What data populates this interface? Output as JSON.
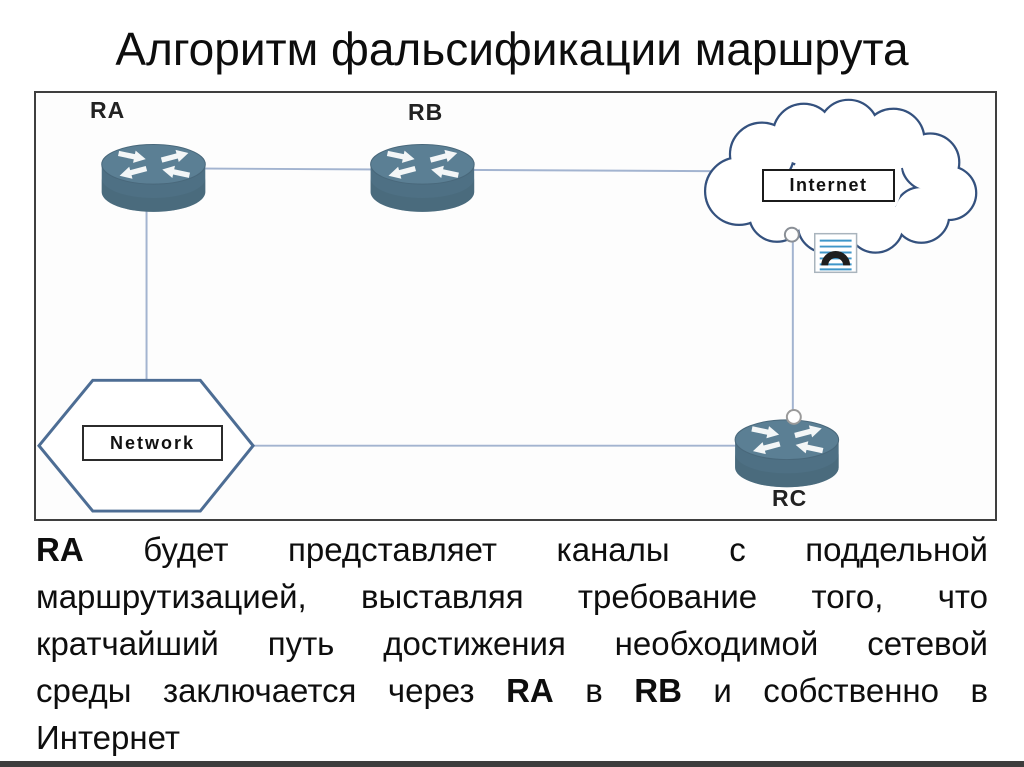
{
  "title": "Алгоритм фальсификации маршрута",
  "diagram": {
    "nodes": {
      "ra": {
        "label": "RA",
        "type": "router"
      },
      "rb": {
        "label": "RB",
        "type": "router"
      },
      "rc": {
        "label": "RC",
        "type": "router"
      },
      "internet": {
        "label": "Internet",
        "type": "cloud"
      },
      "network": {
        "label": "Network",
        "type": "hexagon"
      }
    },
    "edges": [
      {
        "from": "RA",
        "to": "RB"
      },
      {
        "from": "RB",
        "to": "Internet"
      },
      {
        "from": "Internet",
        "to": "RC"
      },
      {
        "from": "RA",
        "to": "Network"
      },
      {
        "from": "Network",
        "to": "RC"
      }
    ]
  },
  "paragraph": {
    "lines": [
      [
        {
          "t": "RA",
          "b": true
        },
        {
          "t": " будет представляет каналы с поддельной",
          "b": false
        }
      ],
      [
        {
          "t": "маршрутизацией, выставляя требование того, что",
          "b": false
        }
      ],
      [
        {
          "t": "кратчайший путь достижения необходимой сетевой",
          "b": false
        }
      ],
      [
        {
          "t": "среды заключается через ",
          "b": false
        },
        {
          "t": "RA",
          "b": true
        },
        {
          "t": " в ",
          "b": false
        },
        {
          "t": "RB",
          "b": true
        },
        {
          "t": " и собственно в",
          "b": false
        }
      ],
      [
        {
          "t": "Интернет",
          "b": false
        }
      ]
    ]
  },
  "colors": {
    "router_top": "#5b7f94",
    "router_body": "#4e7084",
    "link_line": "#a3b4d0",
    "cloud_stroke": "#34517e",
    "hexagon_stroke": "#4d6d94",
    "frame_border": "#3f3f3f",
    "icon_lines_blue": "#3f96c9",
    "bottom_band": "#3d3d3d"
  }
}
